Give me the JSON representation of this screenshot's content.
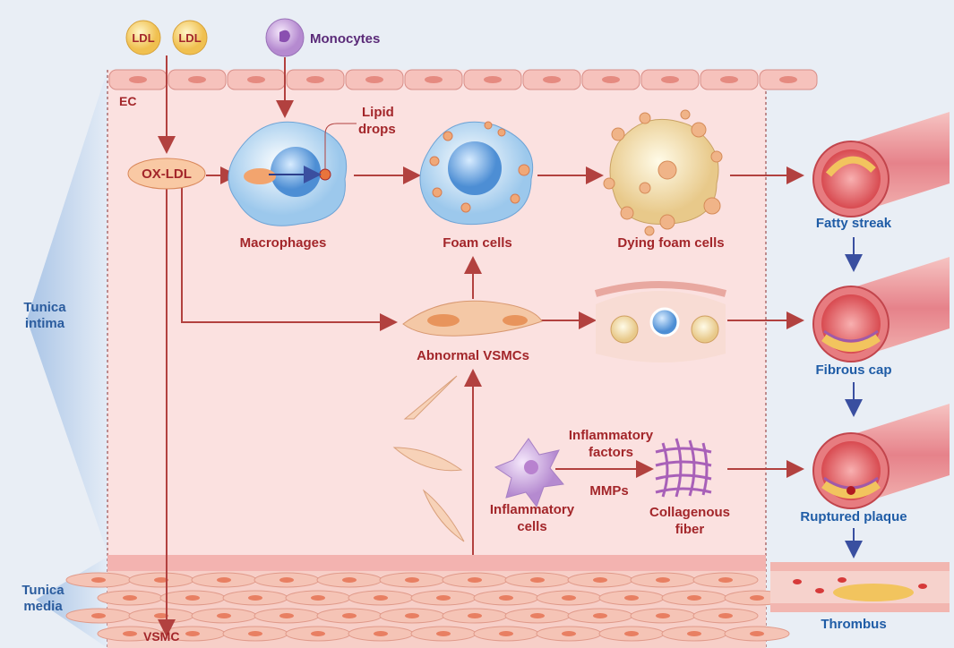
{
  "title": "Atherosclerosis progression diagram",
  "colors": {
    "label_red": "#a3262a",
    "label_blue": "#1f5ca6",
    "monocyte_purple": "#5a2a78",
    "intima_bg": "#fbe1e0",
    "page_bg": "#e9eef5"
  },
  "top": {
    "ldl_1": "LDL",
    "ldl_2": "LDL",
    "monocytes": "Monocytes",
    "ec": "EC"
  },
  "cells": {
    "lipid_drops_1": "Lipid",
    "lipid_drops_2": "drops",
    "ox_ldl": "OX-LDL",
    "macrophages": "Macrophages",
    "foam_cells": "Foam cells",
    "dying_foam_cells": "Dying foam cells",
    "abnormal_vsmcs": "Abnormal VSMCs",
    "inflammatory_factors_1": "Inflammatory",
    "inflammatory_factors_2": "factors",
    "mmps": "MMPs",
    "inflammatory_cells_1": "Inflammatory",
    "inflammatory_cells_2": "cells",
    "collagenous_fiber_1": "Collagenous",
    "collagenous_fiber_2": "fiber",
    "vsmc": "VSMC"
  },
  "layers": {
    "intima_1": "Tunica",
    "intima_2": "intima",
    "media_1": "Tunica",
    "media_2": "media"
  },
  "stages": [
    "Fatty streak",
    "Fibrous cap",
    "Ruptured plaque",
    "Thrombus"
  ]
}
